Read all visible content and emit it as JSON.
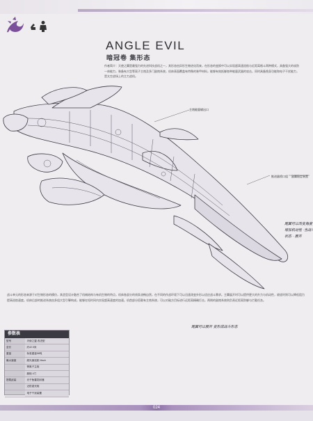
{
  "header": {
    "emblem_icon": "dragon-emblem-icon",
    "mini_icons": [
      "hand-icon",
      "figure-icon"
    ],
    "accent_color": "#a991bd"
  },
  "title": "ANGLE EVIL",
  "subtitle": "暗冠卷 集形态",
  "intro_text": "作者简介：天使之翼是最强力的先进科技战机之一，其形态由异形生物进化而来，在形态的变换中可以实现超高速巡航与近距离格斗两种模式，具备强大的攻防一体能力，装备有大型等离子主炮及多门副炮系统，机体表面覆盖有特殊的装甲材料，能够有效抵御各种能量武器的攻击，同时具备隐身功能和电子干扰能力，是太空战场上的主力战机。",
  "callouts": {
    "a": "主炮能量输出口",
    "b": "推进器喷口组",
    "c": "副翼稳定装置"
  },
  "handwritten": {
    "note_1": "尾翼可以改变角度 增加机动性 ·当战斗状态 · 展开",
    "note_2": "尾翼可以展开 变形成战斗形态"
  },
  "description": "战斗单元的形态来源于对生物形态的模仿，其造型设计融合了机械结构与有机生物的特点，机体各部分的线条流畅自然，在不同的作战环境下可以迅速改变外形以适应战斗需求。主翼展开时可以提供更大的升力与机动性，收拢时则可以降低阻力提高巡航速度。机体后部的推进系统由多组大型引擎构成，能够在短时间内实现超高速度的加速。机首部分搭载有主炮系统，可以对敌方目标进行远距离精确打击，两侧的副炮系统则负责近距离防御与拦截任务。",
  "spec": {
    "title": "参数表",
    "rows": [
      {
        "key": "型号",
        "value": "天使之翼 改进型"
      },
      {
        "key": "全长",
        "value": "约42.5米"
      },
      {
        "key": "重量",
        "value": "标准重量58吨"
      },
      {
        "key": "最大速度",
        "value": "超光速巡航 Mach"
      },
      {
        "key": "",
        "value": "等离子主炮"
      },
      {
        "key": "",
        "value": "副炮 4门"
      },
      {
        "key": "搭载武装",
        "value": "光子鱼雷发射器"
      },
      {
        "key": "",
        "value": "近防激光炮"
      },
      {
        "key": "",
        "value": "电子干扰装置"
      }
    ]
  },
  "page_number": "024"
}
